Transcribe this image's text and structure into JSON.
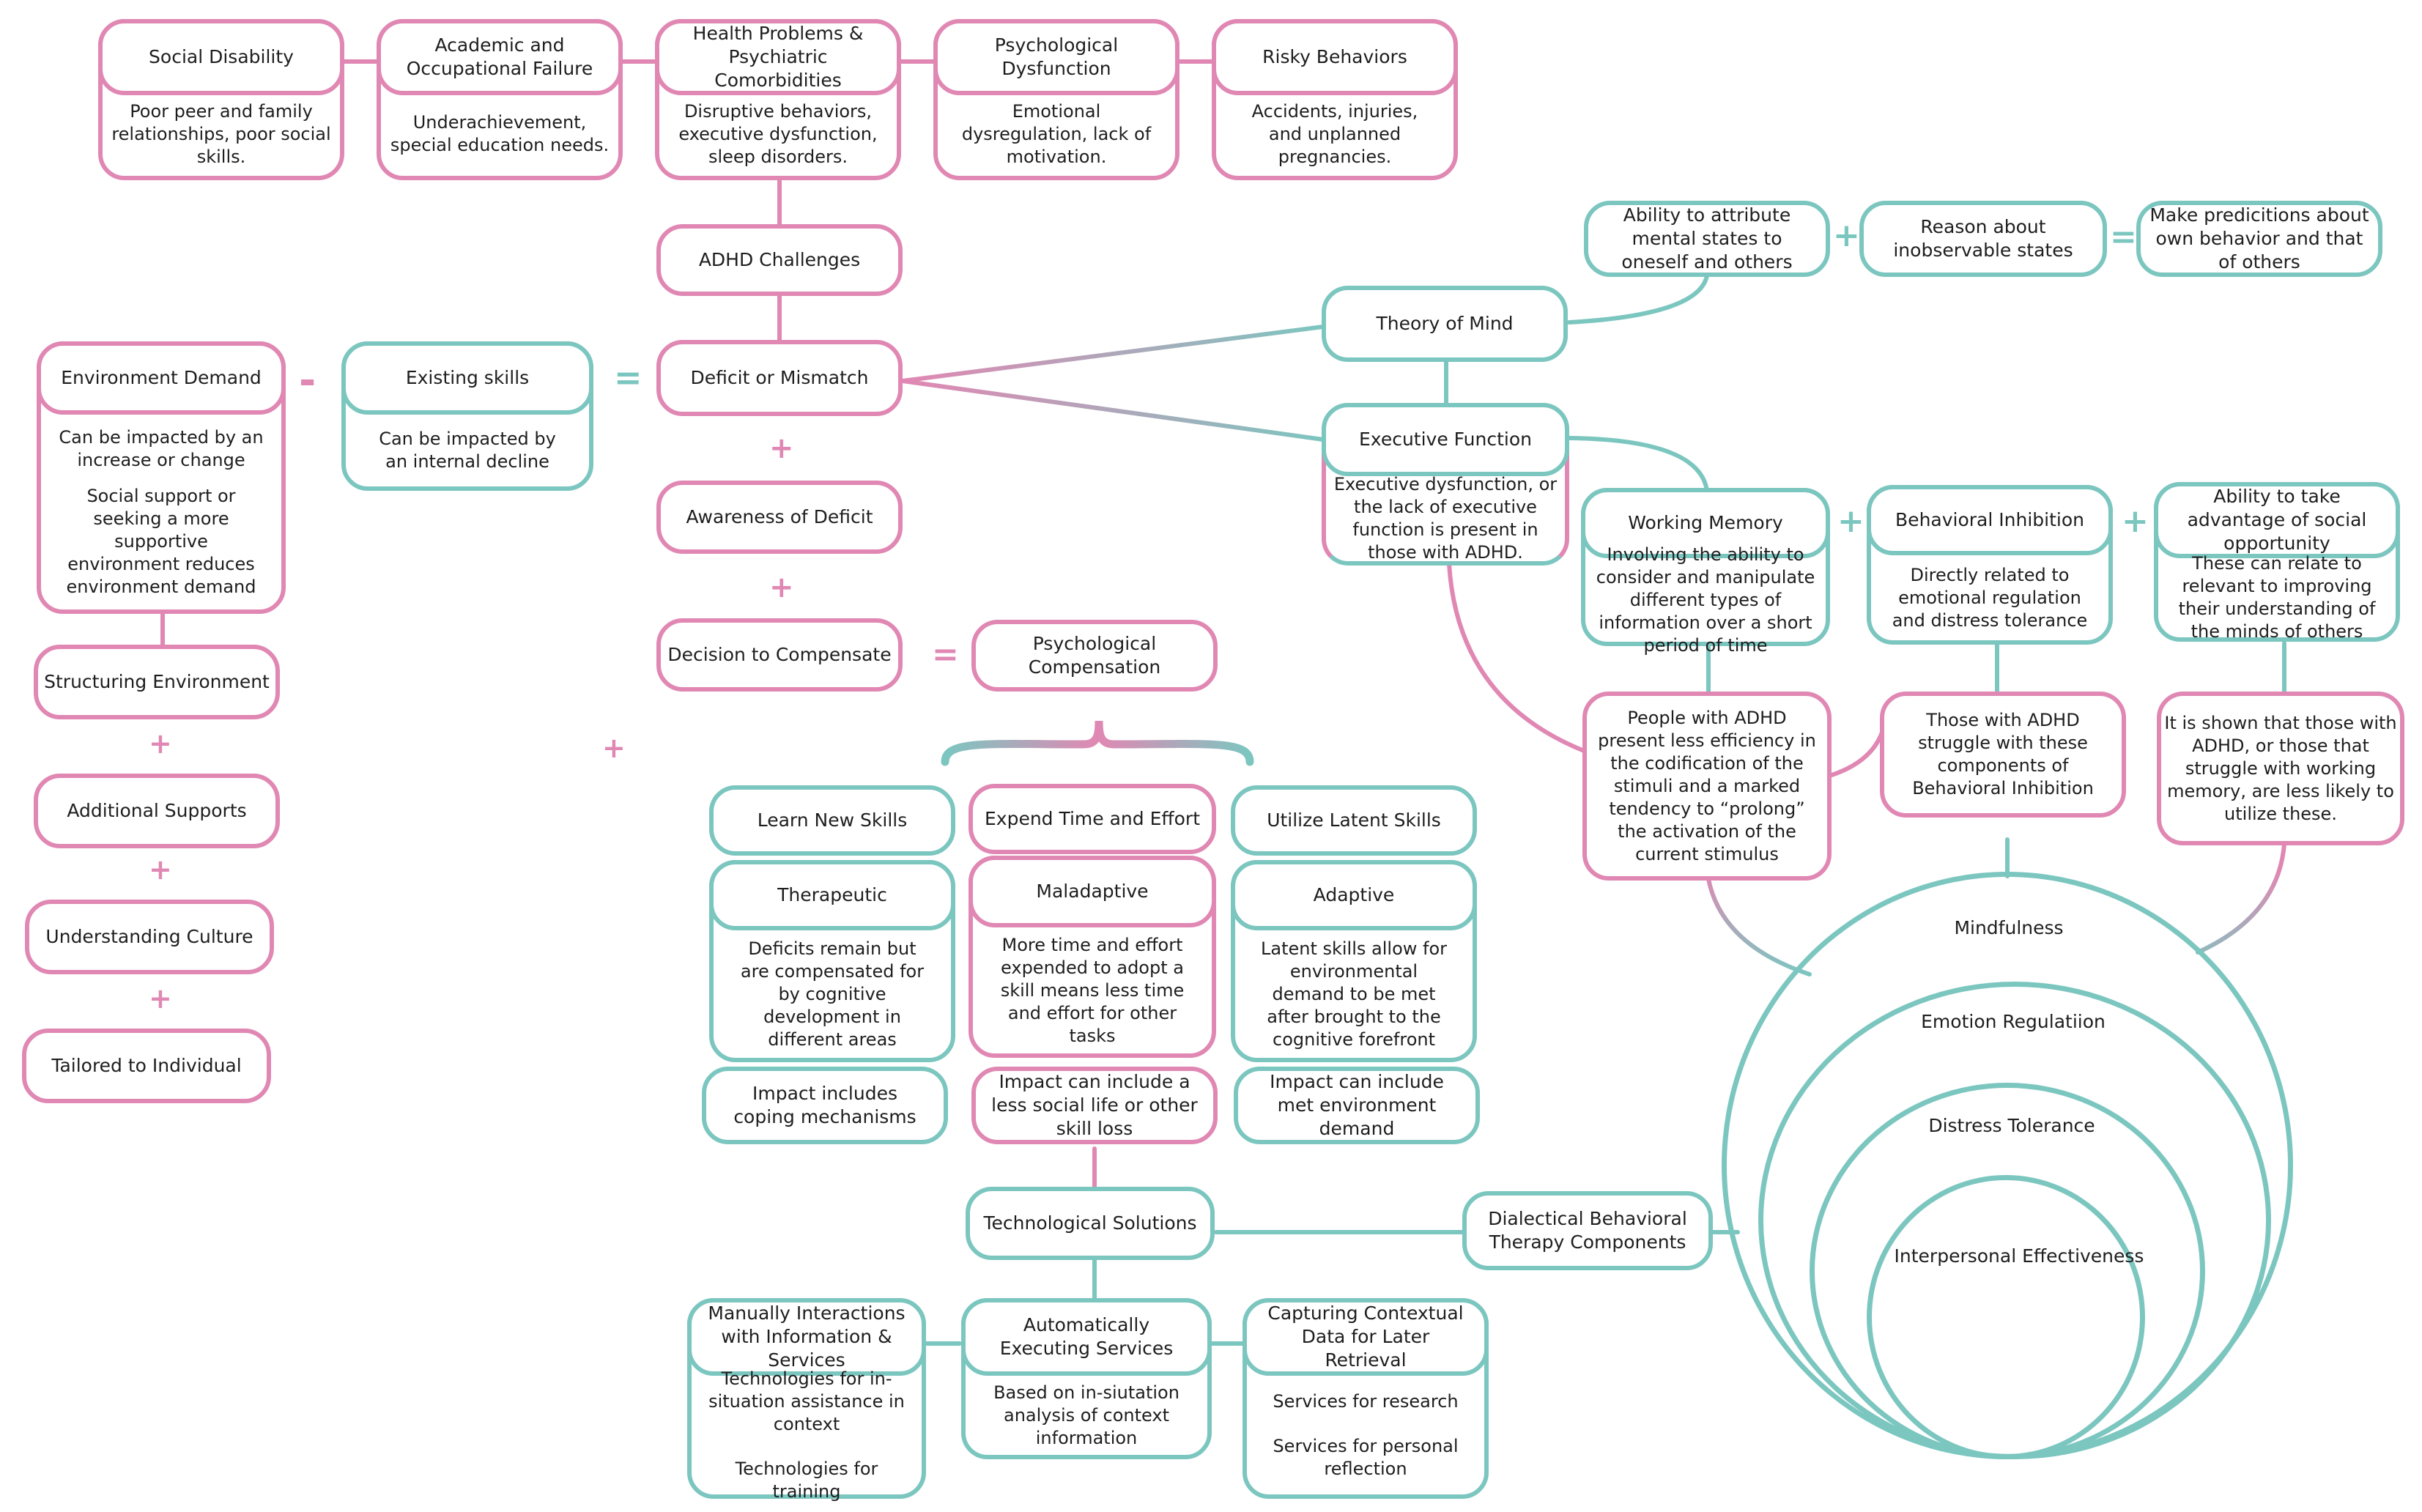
{
  "colors": {
    "pink": "#e088b3",
    "teal": "#7cc6c0",
    "text": "#1e1e1e"
  },
  "outcomes": [
    {
      "title": "Social Disability",
      "desc": "Poor peer and family relationships, poor social skills."
    },
    {
      "title": "Academic and Occupational Failure",
      "desc": "Underachievement, special education needs."
    },
    {
      "title": "Health Problems & Psychiatric Comorbidities",
      "desc": "Disruptive behaviors, executive dysfunction, sleep disorders."
    },
    {
      "title": "Psychological Dysfunction",
      "desc": "Emotional dysregulation, lack of motivation."
    },
    {
      "title": "Risky Behaviors",
      "desc": "Accidents, injuries, and unplanned pregnancies."
    }
  ],
  "center": {
    "adhd_challenges": "ADHD Challenges",
    "deficit": "Deficit or Mismatch",
    "awareness": "Awareness of Deficit",
    "decision": "Decision to Compensate",
    "psych_comp": "Psychological Compensation"
  },
  "left": {
    "env_demand": {
      "title": "Environment Demand",
      "desc1": "Can be impacted by an increase or change",
      "desc2": "Social support or seeking a more supportive environment reduces environment demand"
    },
    "existing_skills": {
      "title": "Existing skills",
      "desc": "Can be impacted by an internal decline"
    },
    "structuring": "Structuring Environment",
    "additional": "Additional Supports",
    "culture": "Understanding Culture",
    "tailored": "Tailored to Individual"
  },
  "compensation": {
    "learn": {
      "label": "Learn New Skills",
      "title": "Therapeutic",
      "desc": "Deficits remain but are compensated for by cognitive development in different areas",
      "impact": "Impact includes coping mechanisms"
    },
    "expend": {
      "label": "Expend Time and Effort",
      "title": "Maladaptive",
      "desc": "More time and effort expended to adopt a skill means less time and effort for other tasks",
      "impact": "Impact can include a less social life or other skill loss"
    },
    "latent": {
      "label": "Utilize Latent Skills",
      "title": "Adaptive",
      "desc": "Latent skills allow for environmental demand to be met after brought to the cognitive forefront",
      "impact": "Impact can include met environment demand"
    }
  },
  "tech": {
    "title": "Technological Solutions",
    "manual": {
      "title": "Manually Interactions with Information & Services",
      "desc1": "Technologies for in-situation assistance in context",
      "desc2": "Technologies for training"
    },
    "auto": {
      "title": "Automatically Executing Services",
      "desc": "Based on in-siutation analysis of context information"
    },
    "capture": {
      "title": "Capturing Contextual Data for Later Retrieval",
      "desc1": "Services for research",
      "desc2": "Services for personal reflection"
    }
  },
  "tom": {
    "title": "Theory of Mind",
    "attribute": "Ability to attribute mental states to oneself and others",
    "reason": "Reason about inobservable states",
    "predict": "Make predicitions about own behavior and that of others"
  },
  "ef": {
    "title": "Executive Function",
    "desc": "Executive dysfunction, or the lack of executive function is present in those with ADHD.",
    "wm": {
      "title": "Working Memory",
      "desc": "Involving the ability to consider and manipulate different types of information over a short period of time",
      "finding": "People with ADHD present less efficiency in the codification of the stimuli and a marked tendency to “prolong” the activation of the current stimulus"
    },
    "bi": {
      "title": "Behavioral Inhibition",
      "desc": "Directly related to emotional regulation and distress tolerance",
      "finding": "Those with ADHD struggle with these components of Behavioral Inhibition"
    },
    "so": {
      "title": "Ability to take advantage of social opportunity",
      "desc": "These can relate to relevant to improving their understanding of the minds of others",
      "finding": "It is shown that those with ADHD, or those that struggle with working memory, are less likely to utilize these."
    }
  },
  "dbt": {
    "label": "Dialectical Behavioral Therapy Components",
    "circles": [
      "Mindfulness",
      "Emotion Regulatiion",
      "Distress Tolerance",
      "Interpersonal Effectiveness"
    ]
  },
  "ops": {
    "plus": "+",
    "minus": "-",
    "equals": "="
  }
}
